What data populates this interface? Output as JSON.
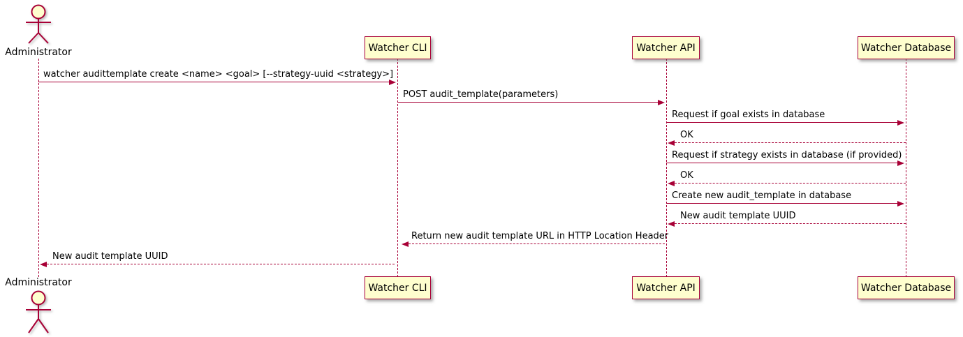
{
  "colors": {
    "participant_fill": "#FEFECE",
    "line": "#A80036",
    "text": "#000000",
    "background": "#FFFFFF"
  },
  "participants": [
    {
      "name": "Administrator",
      "kind": "actor"
    },
    {
      "name": "Watcher CLI",
      "kind": "participant"
    },
    {
      "name": "Watcher API",
      "kind": "participant"
    },
    {
      "name": "Watcher Database",
      "kind": "participant"
    }
  ],
  "messages": [
    {
      "from": "Administrator",
      "to": "Watcher CLI",
      "style": "solid",
      "text": "watcher audittemplate create <name> <goal> [--strategy-uuid <strategy>]"
    },
    {
      "from": "Watcher CLI",
      "to": "Watcher API",
      "style": "solid",
      "text": "POST audit_template(parameters)"
    },
    {
      "from": "Watcher API",
      "to": "Watcher Database",
      "style": "solid",
      "text": "Request if goal exists in database"
    },
    {
      "from": "Watcher Database",
      "to": "Watcher API",
      "style": "dashed",
      "text": "OK"
    },
    {
      "from": "Watcher API",
      "to": "Watcher Database",
      "style": "solid",
      "text": "Request if strategy exists in database (if provided)"
    },
    {
      "from": "Watcher Database",
      "to": "Watcher API",
      "style": "dashed",
      "text": "OK"
    },
    {
      "from": "Watcher API",
      "to": "Watcher Database",
      "style": "solid",
      "text": "Create new audit_template in database"
    },
    {
      "from": "Watcher Database",
      "to": "Watcher API",
      "style": "dashed",
      "text": "New audit template UUID"
    },
    {
      "from": "Watcher API",
      "to": "Watcher CLI",
      "style": "dashed",
      "text": "Return new audit template URL in HTTP Location Header"
    },
    {
      "from": "Watcher CLI",
      "to": "Administrator",
      "style": "dashed",
      "text": "New audit template UUID"
    }
  ]
}
